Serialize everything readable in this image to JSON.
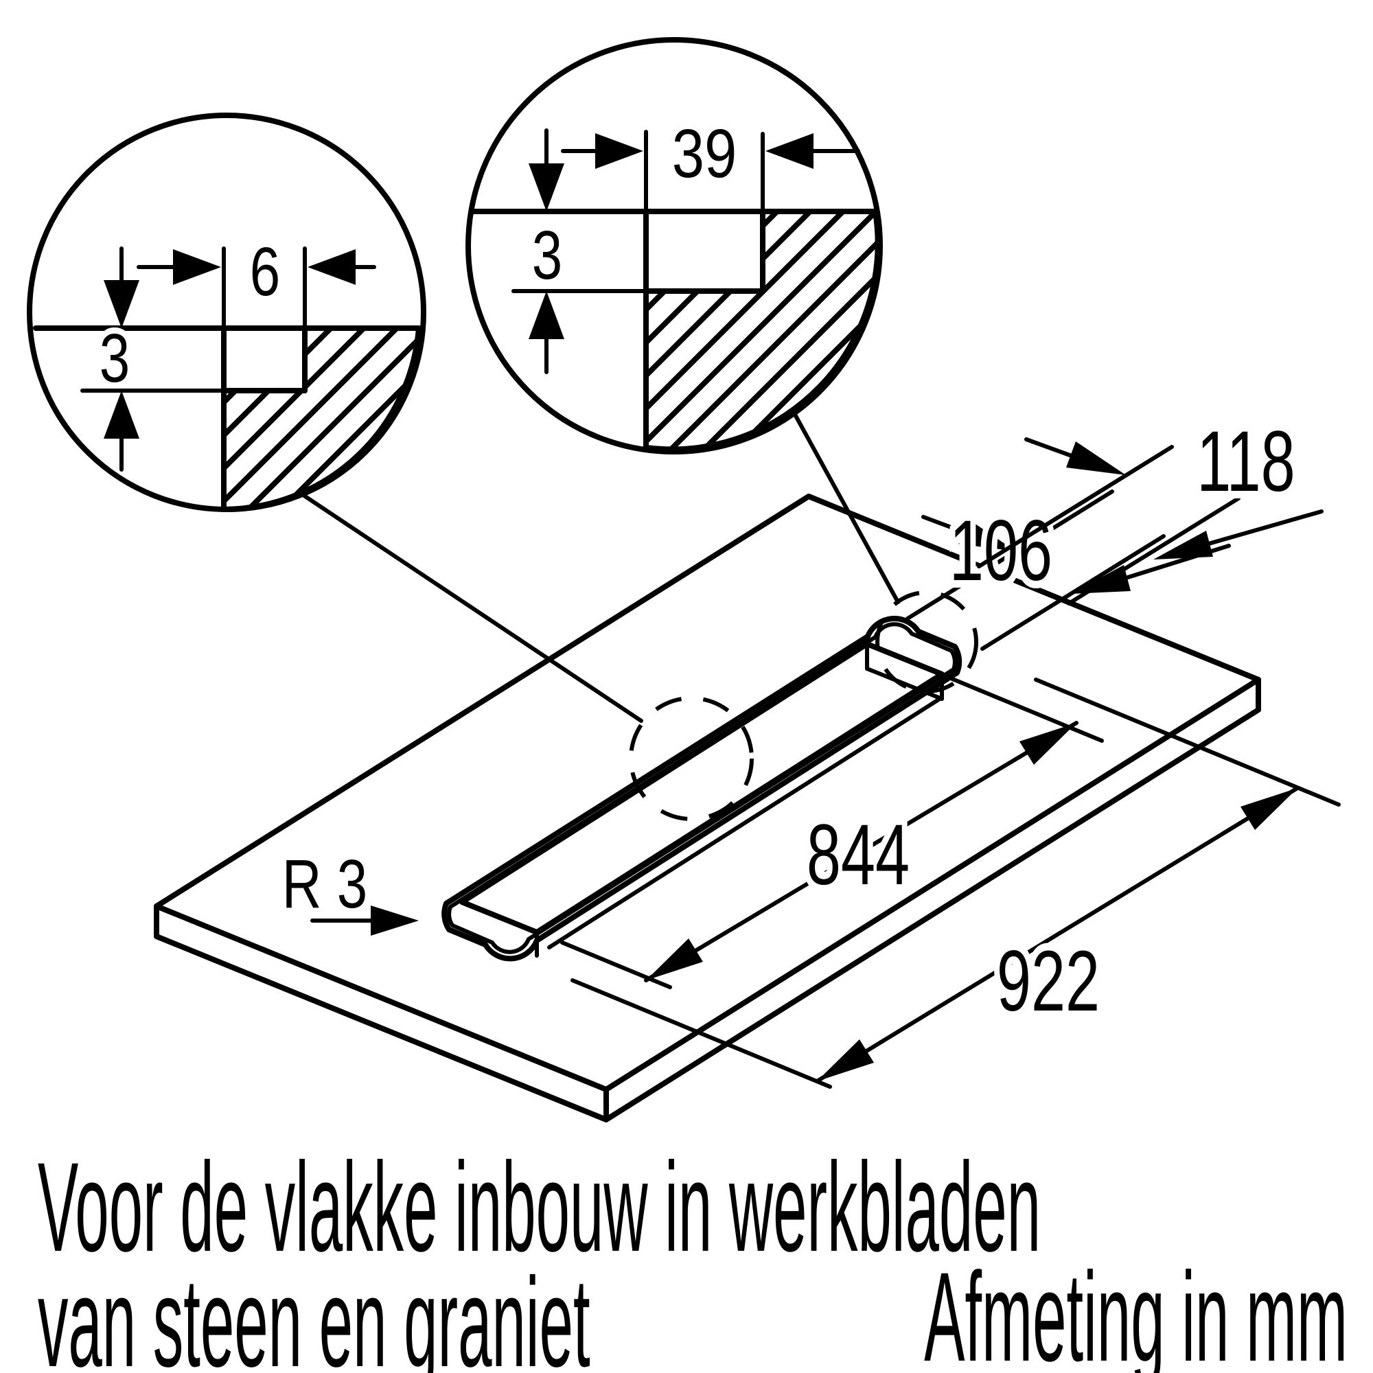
{
  "drawing": {
    "detail_left": {
      "width_label": "6",
      "depth_label": "3"
    },
    "detail_center": {
      "width_label": "39",
      "depth_label": "3"
    },
    "dimensions": {
      "cutout_length": "844",
      "recess_length": "922",
      "cutout_width": "106",
      "recess_width": "118",
      "corner_radius": "R 3"
    },
    "caption_line1": "Voor de vlakke inbouw in werkbladen",
    "caption_line2": "van steen en graniet",
    "footnote": "Afmeting in mm",
    "colors": {
      "line": "#000000",
      "background": "#ffffff"
    }
  }
}
